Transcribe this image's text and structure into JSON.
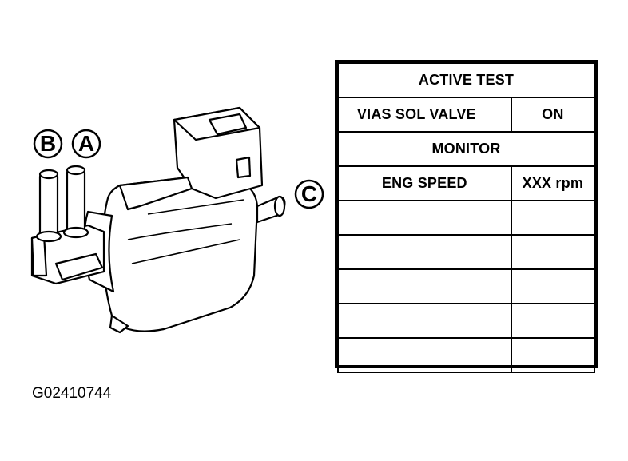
{
  "figure_id": "G02410744",
  "callouts": {
    "a": "A",
    "b": "B",
    "c": "C"
  },
  "screen": {
    "header": "ACTIVE TEST",
    "test_item": "VIAS SOL VALVE",
    "test_value": "ON",
    "monitor_header": "MONITOR",
    "monitor_rows": [
      {
        "item": "ENG SPEED",
        "value": "XXX rpm"
      },
      {
        "item": "",
        "value": ""
      },
      {
        "item": "",
        "value": ""
      },
      {
        "item": "",
        "value": ""
      },
      {
        "item": "",
        "value": ""
      },
      {
        "item": "",
        "value": ""
      }
    ]
  }
}
